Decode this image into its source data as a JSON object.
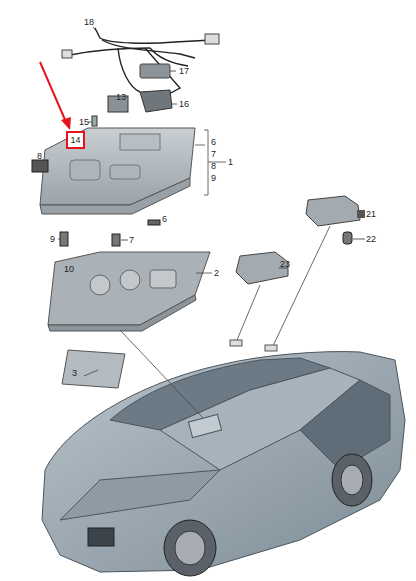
{
  "diagram": {
    "nodes": [
      {
        "text": [
          "14"
        ]
      }
    ],
    "labels": [
      "18",
      "17",
      "13",
      "16",
      "15",
      "6",
      "7",
      "8",
      "9",
      "1",
      "8",
      "9",
      "6",
      "7",
      "10",
      "2",
      "21",
      "23",
      "22",
      "3"
    ]
  }
}
